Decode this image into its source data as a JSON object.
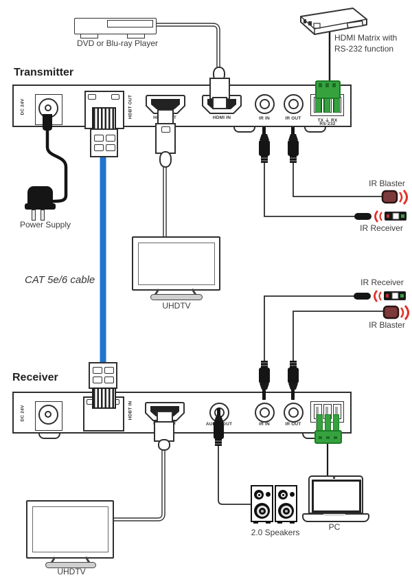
{
  "titles": {
    "transmitter": "Transmitter",
    "receiver": "Receiver"
  },
  "labels": {
    "dvd_player": "DVD or Blu-ray Player",
    "hdmi_matrix_line1": "HDMI Matrix with",
    "hdmi_matrix_line2": "RS-232 function",
    "power_supply": "Power Supply",
    "cat_cable": "CAT 5e/6 cable",
    "uhdtv_top": "UHDTV",
    "uhdtv_bottom": "UHDTV",
    "ir_blaster_top": "IR Blaster",
    "ir_receiver_top": "IR Receiver",
    "ir_receiver_mid": "IR Receiver",
    "ir_blaster_mid": "IR Blaster",
    "speakers": "2.0 Speakers",
    "pc": "PC"
  },
  "transmitter_ports": {
    "dc": "DC 24V",
    "hdbt_out": "HDBT OUT",
    "hdmi_out": "HDMI OUT",
    "hdmi_in": "HDMI IN",
    "ir_in": "IR IN",
    "ir_out": "IR OUT",
    "rs232_pins": "TX ⏚ RX",
    "rs232": "RS-232"
  },
  "receiver_ports": {
    "dc": "DC 24V",
    "hdbt_in": "HDBT IN",
    "hdmi_out": "HDMI OUT",
    "audio_out": "AUDIO OUT",
    "ir_in": "IR IN",
    "ir_out": "IR OUT"
  },
  "colors": {
    "cat_cable": "#1e74cf",
    "terminal_green": "#35a23e",
    "ir_red": "#df332a",
    "line": "#2f2f2f"
  }
}
